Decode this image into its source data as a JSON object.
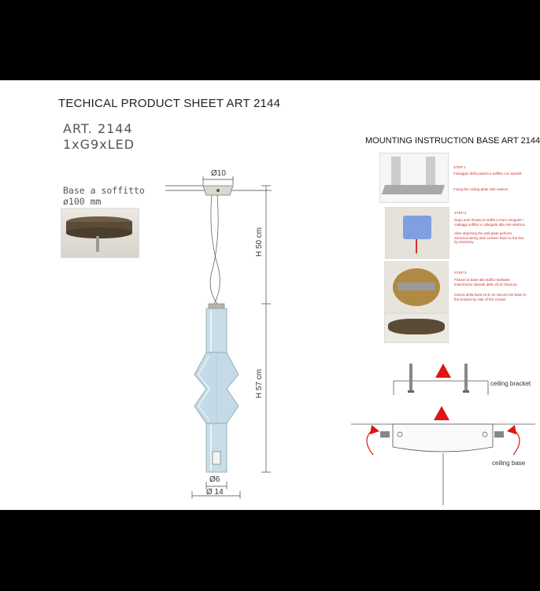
{
  "header": {
    "title": "TECHICAL PRODUCT  SHEET ART 2144",
    "art": "ART. 2144",
    "spec": "1xG9xLED"
  },
  "base": {
    "label": "Base a soffitto",
    "dimension": "ø100 mm"
  },
  "dimensions": {
    "canopy": "Ø10",
    "h_cable": "H 50 cm",
    "h_body": "H 57 cm",
    "d_inner": "Ø6",
    "d_outer": "Ø 14"
  },
  "mounting": {
    "title": "MOUNTING INSTRUCTION  BASE ART 2144",
    "steps": [
      {
        "label": "STEP 1",
        "text_it": "Fissaggio della piastra a soffitto con tasselli",
        "text_en": "Fixing the ceiling plate with rawlers"
      },
      {
        "label": "STEP 2",
        "text_it": "Dopo aver fissato la staffa a muro eseguire i cablaggi soffitto e collegarle alla rete elettrica",
        "text_en": "After attaching the wall plate perform electrical wiring and connect them to the line by electricity"
      },
      {
        "label": "STEP 3",
        "text_it": "Fissare la base alla staffa mediante inserimento laterale delle viti di chiusura",
        "text_en": "misura della base 10,5 cm Secure the base to the bracket by side of the screws"
      }
    ],
    "ceiling_bracket": "ceiling bracket",
    "ceiling_base": "ceiling base"
  },
  "colors": {
    "background": "#000000",
    "sheet": "#ffffff",
    "text": "#222222",
    "arrow_red": "#e01414",
    "step_red": "#cc3333",
    "glass": "#bcd6e2"
  }
}
